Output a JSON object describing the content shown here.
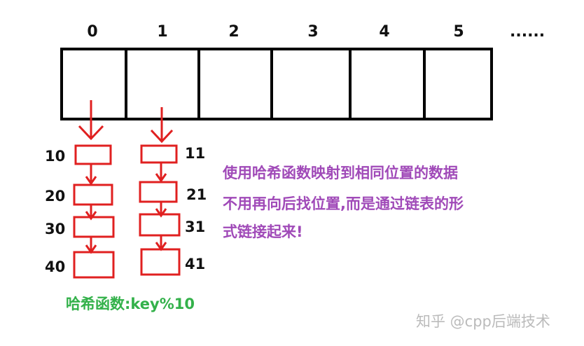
{
  "colors": {
    "array_stroke": "#000000",
    "node_stroke": "#e02020",
    "arrow": "#e02020",
    "description": "#a04ab8",
    "hash_function": "#33b14a",
    "watermark": "#bbbbbb",
    "index_text": "#111111"
  },
  "array": {
    "indices": [
      "0",
      "1",
      "2",
      "3",
      "4",
      "5"
    ],
    "ellipsis": "......"
  },
  "chains": [
    {
      "bucket": "0",
      "keys": [
        "10",
        "20",
        "30",
        "40"
      ]
    },
    {
      "bucket": "1",
      "keys": [
        "11",
        "21",
        "31",
        "41"
      ]
    }
  ],
  "description": {
    "lines": [
      "使用哈希函数映射到相同位置的数据",
      "不用再向后找位置,而是通过链表的形",
      "式链接起来!"
    ]
  },
  "hash_function_label": "哈希函数:key%10",
  "watermark": "知乎 @cpp后端技术"
}
